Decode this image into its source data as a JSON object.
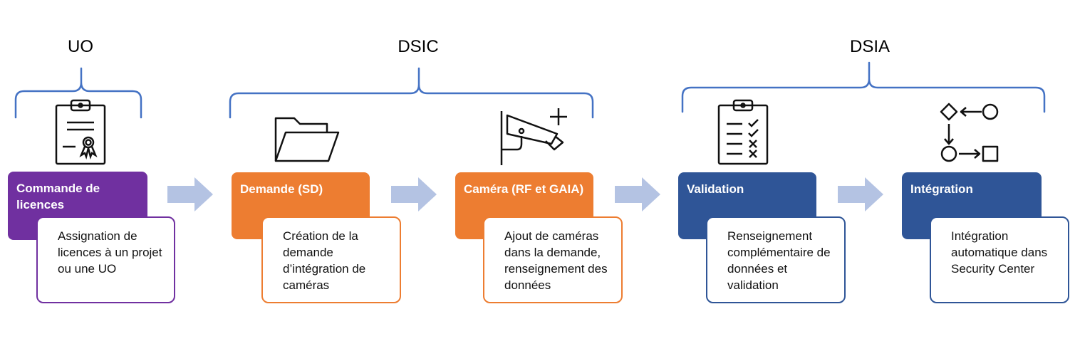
{
  "groups": [
    {
      "name": "UO"
    },
    {
      "name": "DSIC"
    },
    {
      "name": "DSIA"
    }
  ],
  "colors": {
    "brace": "#4472C4",
    "purple": "#7030A0",
    "orange": "#ED7D31",
    "blue": "#2F5597",
    "arrow": "#B4C3E3"
  },
  "steps": [
    {
      "title": "Commande de licences",
      "description": "Assignation de licences à un projet ou une UO",
      "icon": "certificate-clipboard-icon"
    },
    {
      "title": "Demande (SD)",
      "description": "Création de la demande d’intégration de caméras",
      "icon": "open-folder-icon"
    },
    {
      "title": "Caméra (RF et GAIA)",
      "description": "Ajout de caméras dans la demande, renseignement des données",
      "icon": "security-camera-icon"
    },
    {
      "title": "Validation",
      "description": "Renseignement complémentaire de données et validation",
      "icon": "checklist-clipboard-icon"
    },
    {
      "title": "Intégration",
      "description": "Intégration automatique dans Security Center",
      "icon": "workflow-icon"
    }
  ]
}
